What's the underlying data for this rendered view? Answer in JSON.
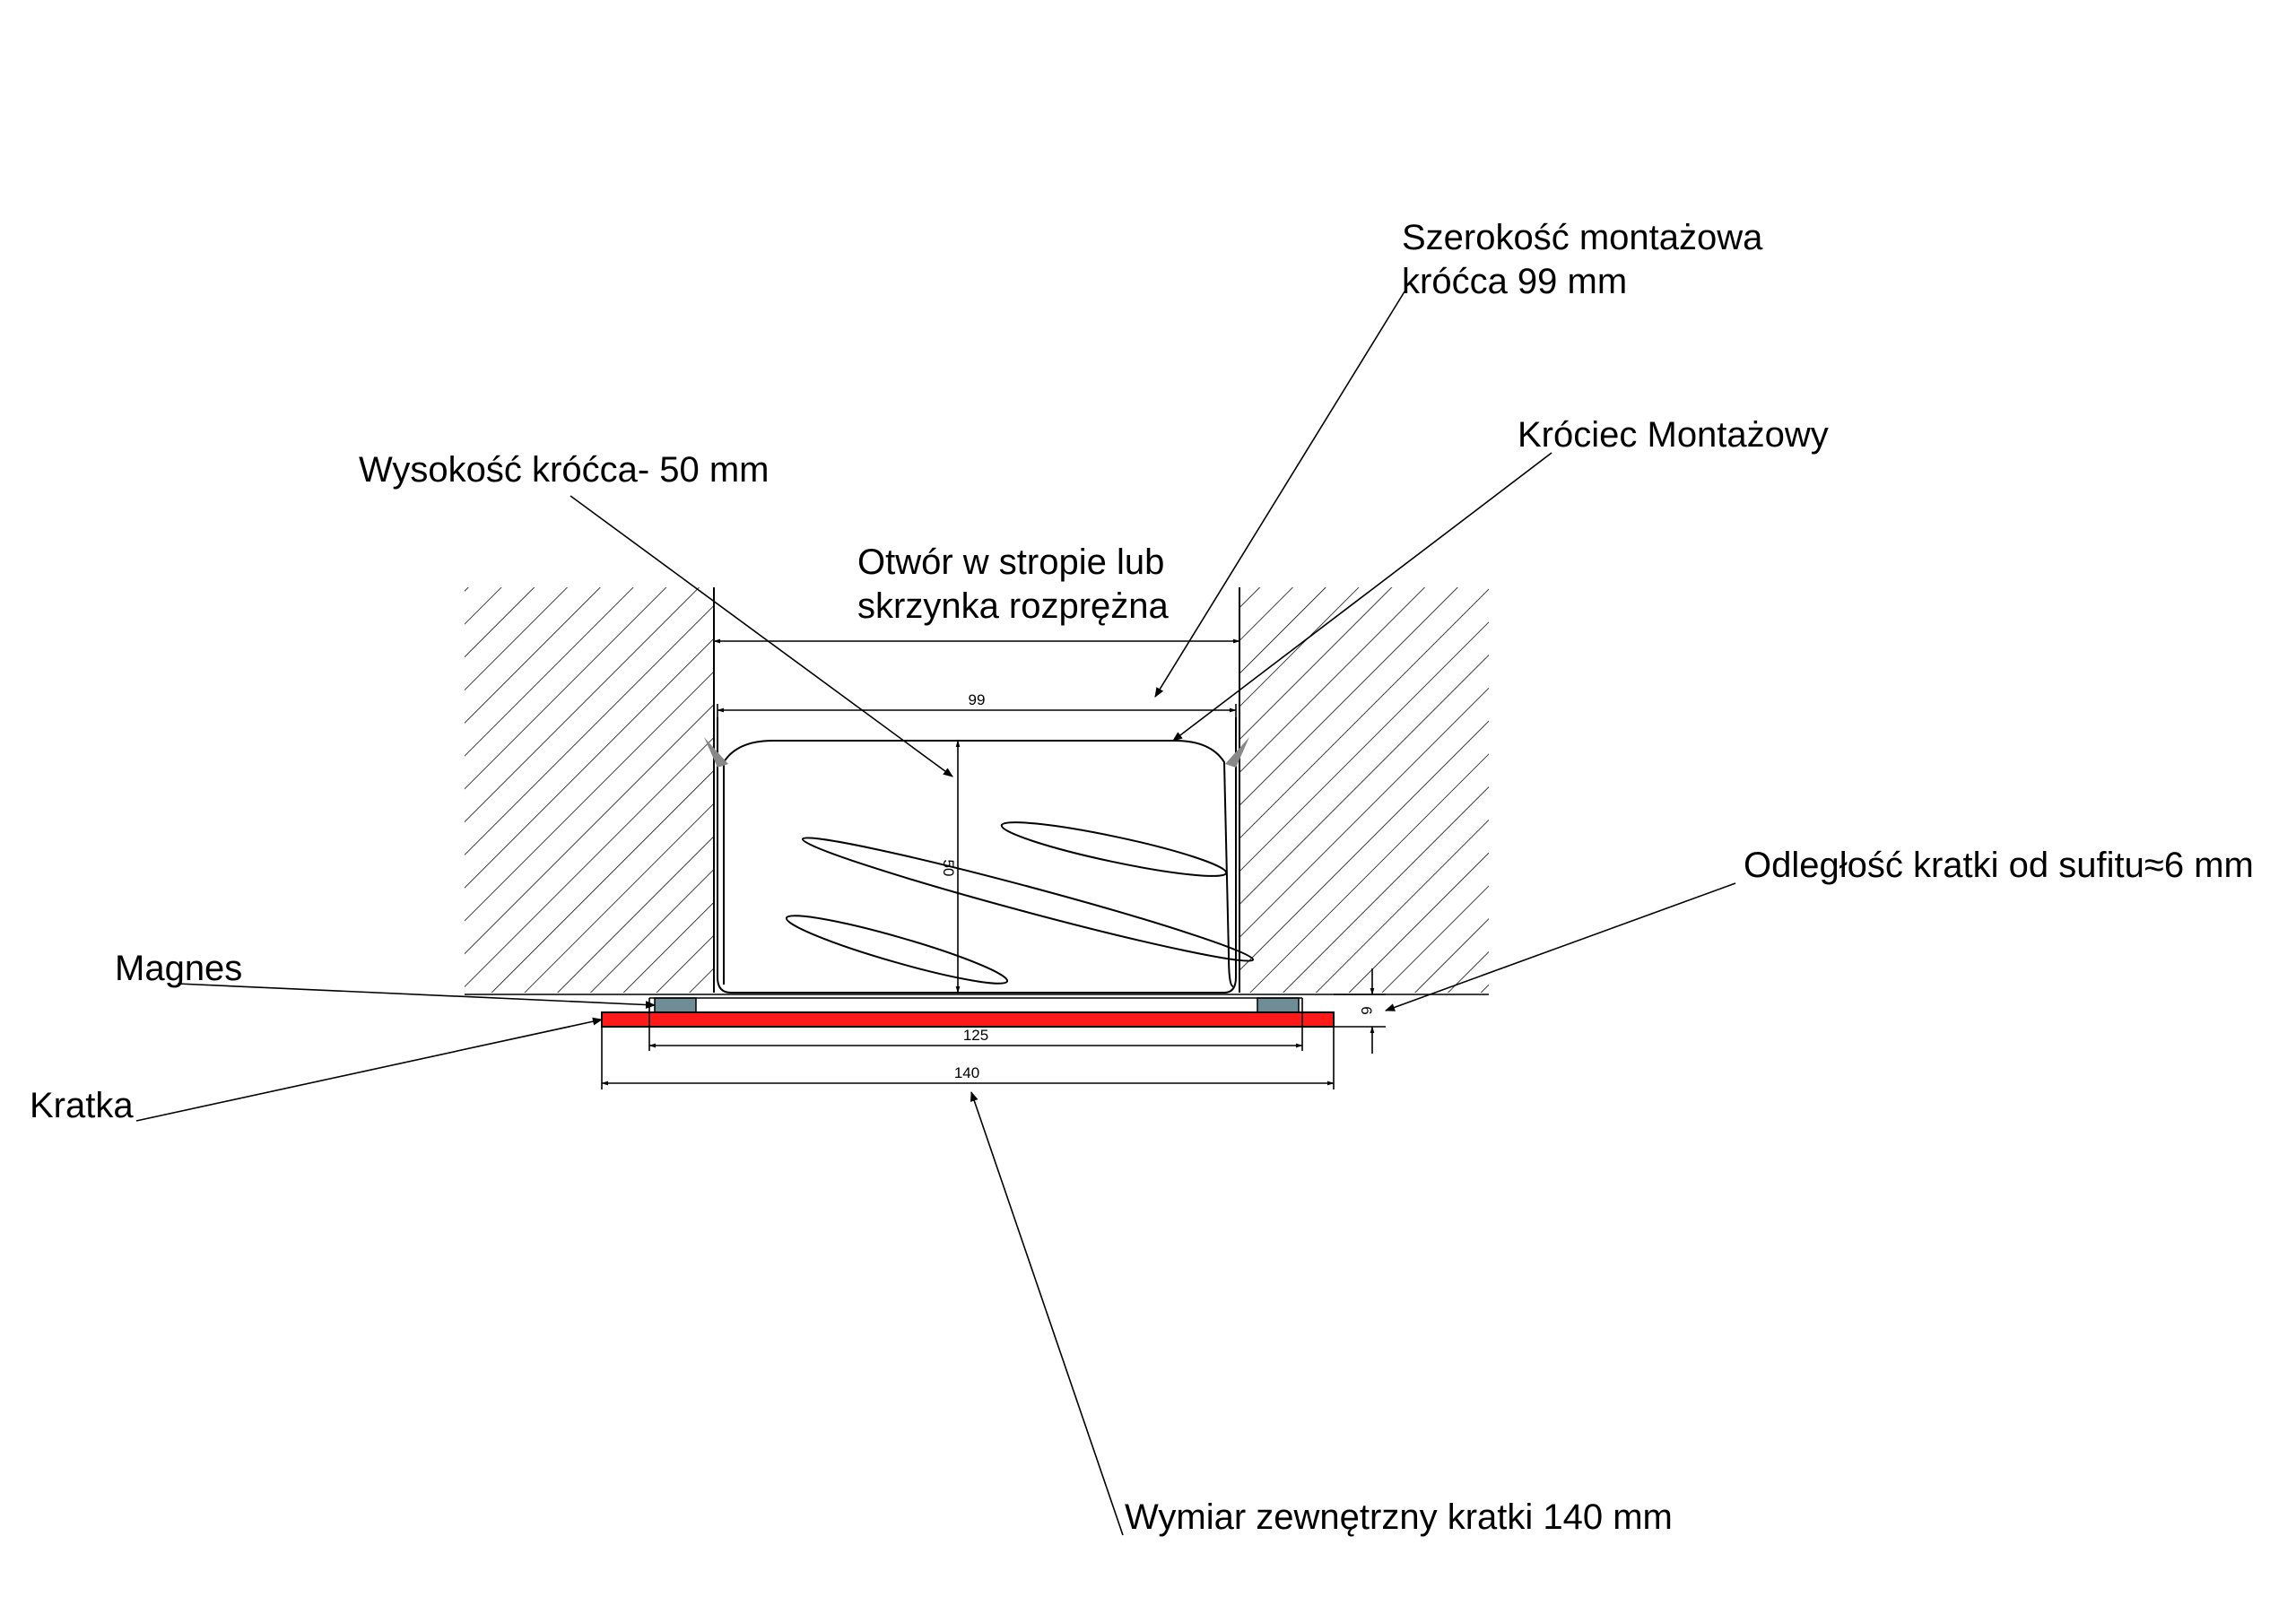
{
  "labels": {
    "szerokosc_line1": "Szerokość montażowa",
    "szerokosc_line2": "króćca 99 mm",
    "krociec": "Króciec Montażowy",
    "wysokosc": "Wysokość króćca- 50 mm",
    "otwor_line1": "Otwór w stropie lub",
    "otwor_line2": "skrzynka rozprężna",
    "odleglosc": "Odległość kratki od sufitu≈6 mm",
    "magnes": "Magnes",
    "kratka": "Kratka",
    "wymiar": "Wymiar zewnętrzny kratki 140 mm"
  },
  "dimensions": {
    "width_99": "99",
    "height_50": "50",
    "width_125": "125",
    "width_140": "140",
    "gap_6": "6"
  },
  "colors": {
    "grille": "#ff1a1a",
    "magnet": "#6f8d94",
    "lines": "#000000"
  }
}
